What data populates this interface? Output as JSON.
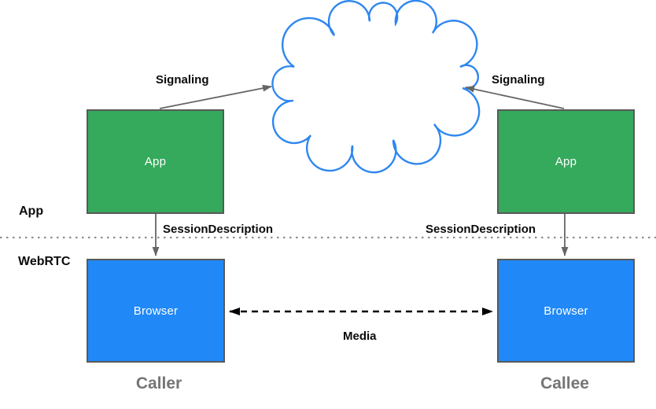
{
  "diagram": {
    "type": "webrtc-signaling-architecture",
    "layers": {
      "app": "App",
      "webrtc": "WebRTC"
    },
    "nodes": {
      "caller_app": {
        "label": "App"
      },
      "callee_app": {
        "label": "App"
      },
      "caller_browser": {
        "label": "Browser"
      },
      "callee_browser": {
        "label": "Browser"
      }
    },
    "edges": {
      "signaling_left": "Signaling",
      "signaling_right": "Signaling",
      "session_description_left": "SessionDescription",
      "session_description_right": "SessionDescription",
      "media": "Media"
    },
    "endpoints": {
      "caller": "Caller",
      "callee": "Callee"
    },
    "icons": {
      "cloud": "network-cloud-icon"
    },
    "colors": {
      "app_green": "#35a95c",
      "browser_blue": "#2189f7",
      "cloud_blue": "#2e87f0",
      "box_border": "#595959",
      "arrow_gray": "#666666",
      "media_black": "#000000",
      "dotted_gray": "#8f8f8f",
      "endpoint_gray": "#757575",
      "label_black": "#0b0b0b",
      "box_text_white": "#ffffff"
    }
  }
}
